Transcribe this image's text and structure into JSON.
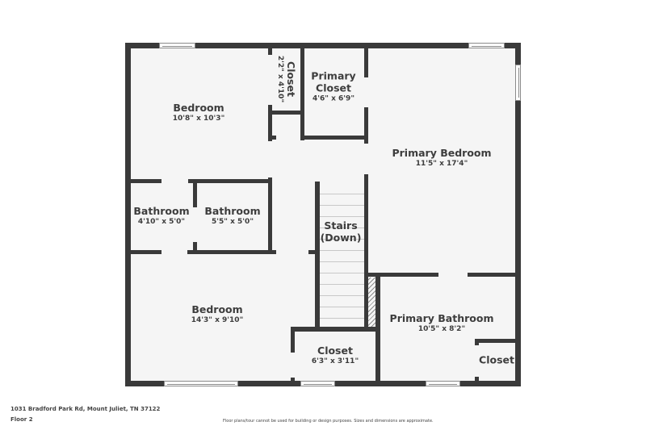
{
  "floor_plan": {
    "rooms": [
      {
        "name": "Bedroom",
        "dimensions": "10'8\" x 10'3\""
      },
      {
        "name": "Closet",
        "dimensions": "2'2\" x 4'10\""
      },
      {
        "name": "Primary Closet",
        "name_line1": "Primary",
        "name_line2": "Closet",
        "dimensions": "4'6\" x 6'9\""
      },
      {
        "name": "Primary Bedroom",
        "dimensions": "11'5\" x 17'4\""
      },
      {
        "name": "Bathroom",
        "dimensions": "4'10\" x 5'0\""
      },
      {
        "name": "Bathroom",
        "dimensions": "5'5\" x 5'0\""
      },
      {
        "name": "Stairs (Down)",
        "name_line1": "Stairs",
        "name_line2": "(Down)"
      },
      {
        "name": "Bedroom",
        "dimensions": "14'3\" x 9'10\""
      },
      {
        "name": "Closet",
        "dimensions": "6'3\" x 3'11\""
      },
      {
        "name": "Primary Bathroom",
        "dimensions": "10'5\" x 8'2\""
      },
      {
        "name": "Closet"
      }
    ],
    "colors": {
      "wall": "#3a3a3a",
      "floor": "#f5f5f5",
      "text": "#3d3d3d",
      "background": "#ffffff"
    }
  },
  "footer": {
    "address": "1031 Bradford Park Rd, Mount Juliet, TN 37122",
    "floor": "Floor 2",
    "disclaimer": "Floor plans/tour cannot be used for building or design purposes. Sizes and dimensions are approximate."
  }
}
